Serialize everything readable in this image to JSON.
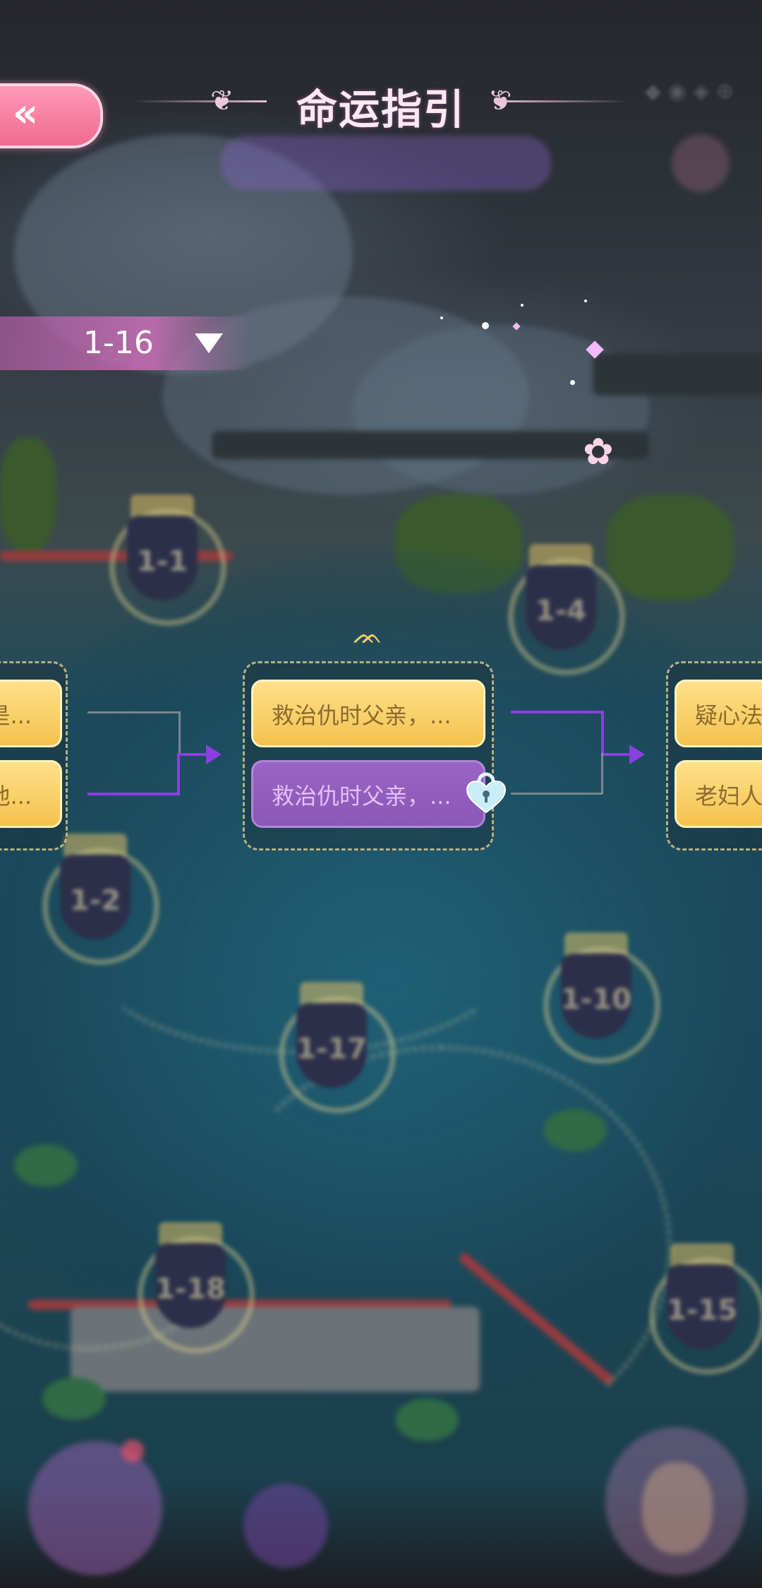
{
  "header": {
    "back_label": "«",
    "title": "命运指引"
  },
  "chapter_selector": {
    "value": "1-16"
  },
  "branches": {
    "left": {
      "choice_top": "是...",
      "choice_bottom": "他..."
    },
    "center": {
      "choice_top": "救治仇时父亲，...",
      "choice_bottom": "救治仇时父亲，...",
      "bottom_locked": true
    },
    "right": {
      "choice_top": "疑心法",
      "choice_bottom": "老妇人"
    }
  },
  "colors": {
    "gold_choice": "#f4c24e",
    "locked_choice": "#8a58b6",
    "active_path": "#8b3fe0",
    "back_button": "#f06a90"
  }
}
